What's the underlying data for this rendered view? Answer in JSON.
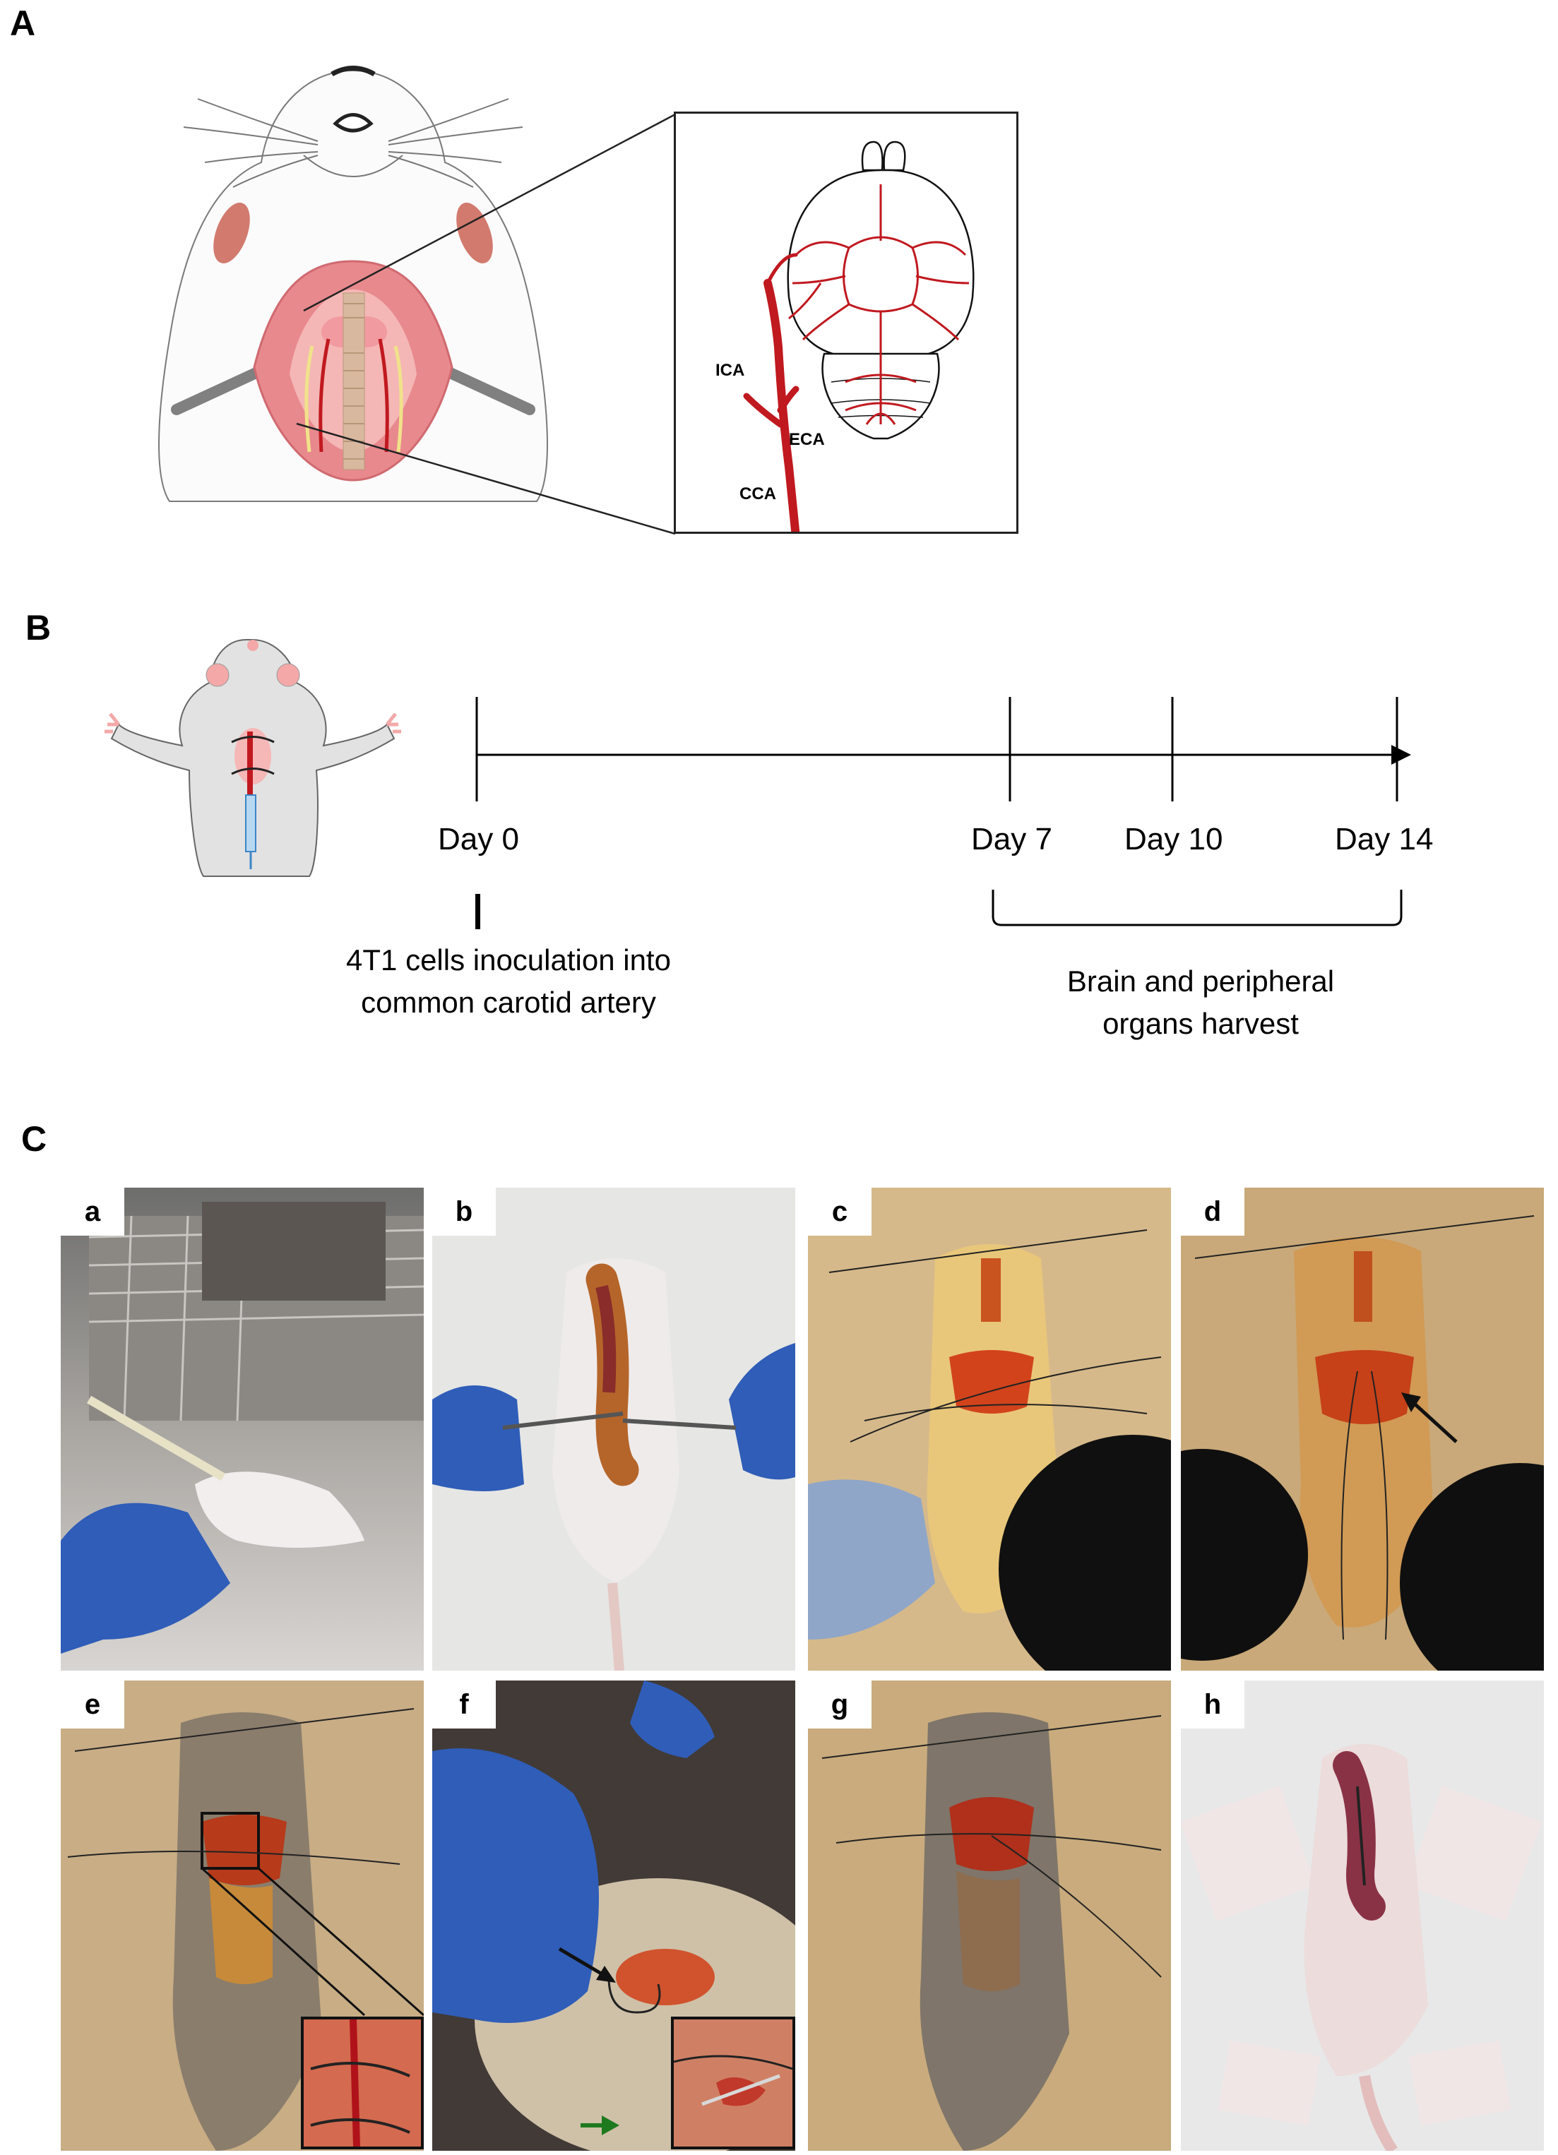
{
  "panels": {
    "A": {
      "letter": "A",
      "artery_labels": {
        "ica": "ICA",
        "eca": "ECA",
        "cca": "CCA"
      }
    },
    "B": {
      "letter": "B",
      "timeline": {
        "days": [
          "Day 0",
          "Day 7",
          "Day 10",
          "Day 14"
        ],
        "event_start": "4T1 cells inoculation into common carotid artery",
        "event_start_lines": [
          "4T1 cells inoculation into",
          "common carotid artery"
        ],
        "event_end_lines": [
          "Brain and peripheral",
          "organs harvest"
        ]
      }
    },
    "C": {
      "letter": "C",
      "photos": [
        "a",
        "b",
        "c",
        "d",
        "e",
        "f",
        "g",
        "h"
      ]
    }
  },
  "colors": {
    "artery_red": "#c0191f",
    "muscle_pink": "#e8898e",
    "timeline_black": "#000000",
    "glove_blue": "#2f5db8",
    "arrow_green": "#1e7a1e"
  }
}
